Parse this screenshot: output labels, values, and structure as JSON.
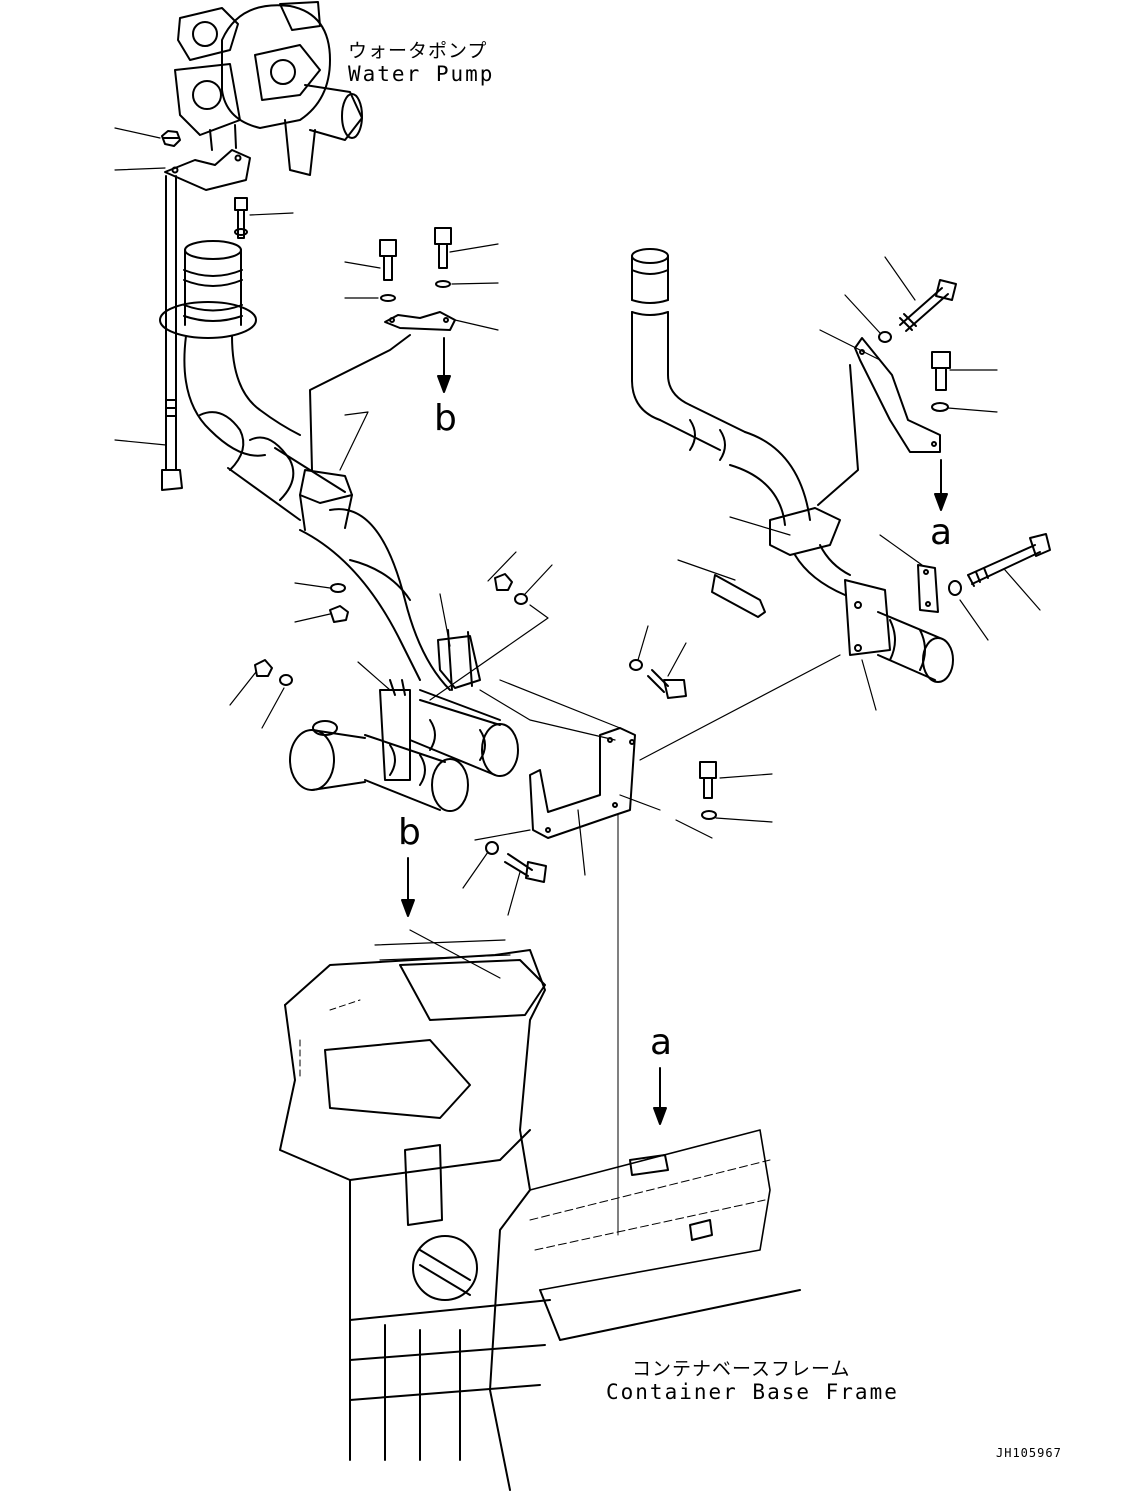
{
  "labels": {
    "water_pump_jp": "ウォータポンプ",
    "water_pump_en": "Water Pump",
    "base_frame_jp": "コンテナベースフレーム",
    "base_frame_en": "Container Base Frame",
    "view_b_top": "b",
    "view_b_bottom": "b",
    "view_a_top": "a",
    "view_a_bottom": "a",
    "drawing_code": "JH105967"
  }
}
